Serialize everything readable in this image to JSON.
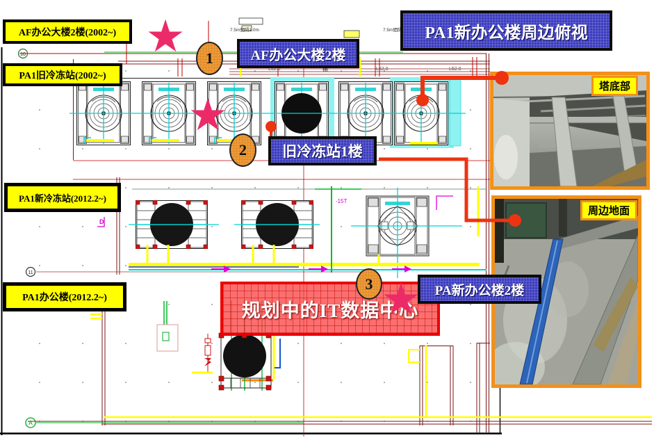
{
  "yellow_labels": {
    "af_building": "AF办公大楼2楼(2002~)",
    "old_chiller": "PA1旧冷冻站(2002~)",
    "new_chiller": "PA1新冷冻站(2012.2~)",
    "office": "PA1办公楼(2012.2~)"
  },
  "blue_labels": {
    "af_building_2f": "AF办公大楼2楼",
    "overview_title": "PA1新办公楼周边俯视",
    "old_chiller_1f": "旧冷冻站1楼",
    "new_office_2f": "PA新办公楼2楼"
  },
  "banner": {
    "it_datacenter": "规划中的IT数据中心"
  },
  "markers": {
    "point1": "1",
    "point2": "2",
    "point3": "3",
    "star_glyph": "★"
  },
  "photos": {
    "tower_bottom_tag": "塔底部",
    "ground_tag": "周边地面"
  },
  "cad_annotations": {
    "dim_left": "7.5m間隔1.0m",
    "dim_right": "7.5m間隔1.0m",
    "level1": "L52.0",
    "level2": "L52.0",
    "level3": "L52.0",
    "shelf": "棚",
    "temp_mark": "-15T",
    "d_mark": "D",
    "axis_10": "10",
    "axis_11": "11",
    "axis_a": "A"
  },
  "colors": {
    "accent_orange": "#f39018",
    "connector_red": "#ee3311",
    "star_pink": "#ec2a68",
    "label_blue": "#3d3dc0",
    "highlight_yellow": "#ffff00",
    "banner_red": "#ee0000",
    "cyan_highlight": "#8ef2f0"
  }
}
